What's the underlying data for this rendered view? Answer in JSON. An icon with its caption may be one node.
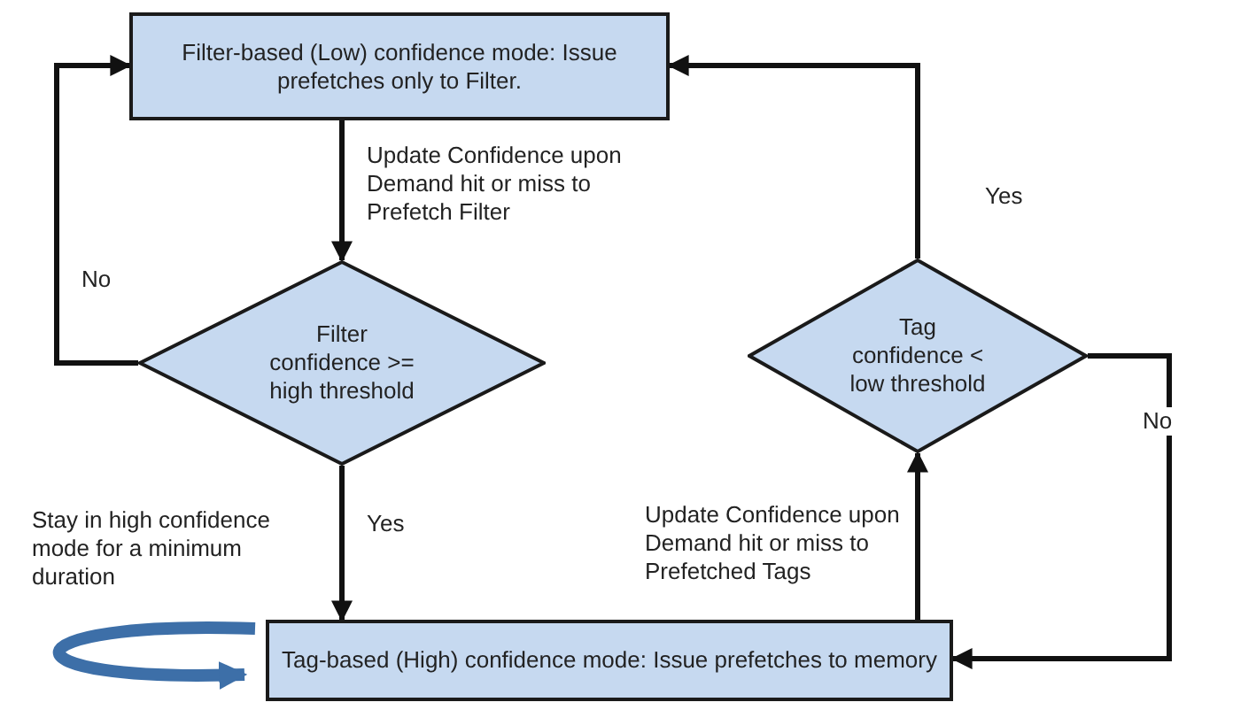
{
  "diagram": {
    "nodes": [
      {
        "text": [
          "Filter-based (Low) confidence mode: Issue prefetches only to Filter."
        ]
      },
      {
        "text": [
          "Filter confidence >= high threshold"
        ]
      },
      {
        "text": [
          "Tag-based (High) confidence mode: Issue prefetches to memory"
        ],
        "beside": [
          "Stay in high confidence mode for a minimum duration"
        ]
      },
      {
        "text": [
          "Tag confidence < low threshold"
        ]
      }
    ],
    "edges": [
      {
        "from": 0,
        "to": 1,
        "arrow": "to",
        "label": "Update Confidence upon Demand hit or miss to Prefetch Filter"
      },
      {
        "from": 1,
        "to": 0,
        "arrow": "to",
        "label": "No"
      },
      {
        "from": 1,
        "to": 2,
        "arrow": "to",
        "label": "Yes"
      },
      {
        "from": 2,
        "to": 3,
        "arrow": "to",
        "label": "Update Confidence upon Demand hit or miss to Prefetched Tags"
      },
      {
        "from": 3,
        "to": 0,
        "arrow": "to",
        "label": "Yes"
      },
      {
        "from": 3,
        "to": 2,
        "arrow": "to",
        "label": "No"
      },
      {
        "from": null,
        "to": 2,
        "arrow": "to",
        "style": "thick",
        "color": "#3d6fa8"
      }
    ]
  }
}
